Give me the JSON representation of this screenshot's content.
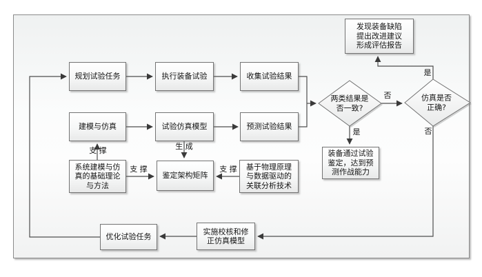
{
  "diagram": {
    "nodes": {
      "plan": {
        "label": "规划试验任务"
      },
      "execute": {
        "label": "执行装备试验"
      },
      "collect": {
        "label": "收集试验结果"
      },
      "modeling": {
        "label": "建模与仿真"
      },
      "sim_model": {
        "label": "试验仿真模型"
      },
      "predict": {
        "label": "预测试验结果"
      },
      "report": {
        "label": "发现装备缺陷\n提出改进建议\n形成评估报告"
      },
      "decision_consistent": {
        "label": "两类结果是\n否一致?"
      },
      "decision_sim_correct": {
        "label": "仿真是否\n正确?"
      },
      "pass": {
        "label": "装备通过试验\n鉴定，达到预\n测作战能力"
      },
      "matrix": {
        "label": "鉴定架构矩阵"
      },
      "physics": {
        "label": "基于物理原理\n与数据驱动的\n关联分析技术"
      },
      "theory": {
        "label": "系统建模与仿\n真的基础理论\n与方法"
      },
      "optimize": {
        "label": "优化试验任务"
      },
      "revise": {
        "label": "实施校核和修\n正仿真模型"
      }
    },
    "edge_labels": {
      "support_modeling": "支 撑",
      "support_matrix_left": "支 撑",
      "support_matrix_right": "支 撑",
      "generate": "生 成",
      "yes_consistent": "是",
      "no_consistent": "否",
      "yes_sim_correct": "是",
      "no_sim_correct": "否"
    },
    "colors": {
      "line": "#4d4d4d",
      "arrow": "#3a3a3a",
      "node_border": "#727272",
      "text": "#141414"
    }
  }
}
